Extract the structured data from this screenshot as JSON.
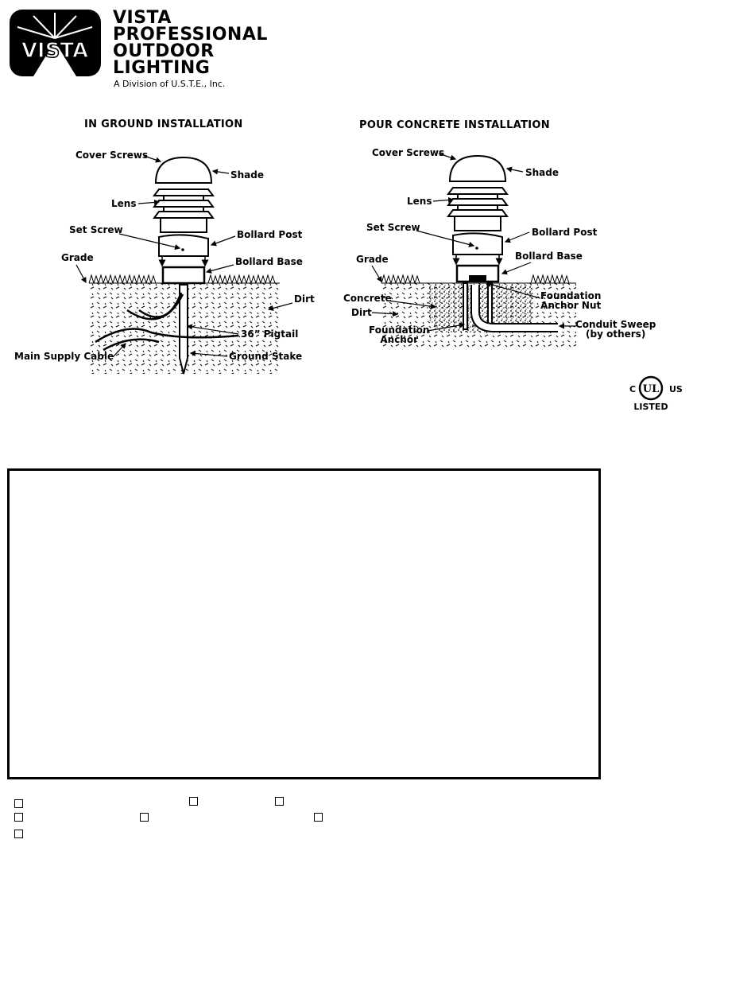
{
  "brand": {
    "logo_text": "VISTA",
    "lines": [
      "VISTA",
      "PROFESSIONAL",
      "OUTDOOR",
      "LIGHTING"
    ],
    "division": "A Division of U.S.T.E., Inc."
  },
  "in_ground": {
    "title": "IN GROUND INSTALLATION",
    "labels": {
      "cover_screws": "Cover Screws",
      "shade": "Shade",
      "lens": "Lens",
      "set_screw": "Set Screw",
      "bollard_post": "Bollard Post",
      "grade": "Grade",
      "bollard_base": "Bollard Base",
      "dirt": "Dirt",
      "pigtail": "36” Pigtail",
      "main_supply": "Main Supply Cable",
      "ground_stake": "Ground Stake"
    }
  },
  "pour_concrete": {
    "title": "POUR CONCRETE INSTALLATION",
    "labels": {
      "cover_screws": "Cover Screws",
      "shade": "Shade",
      "lens": "Lens",
      "set_screw": "Set Screw",
      "bollard_post": "Bollard Post",
      "bollard_base": "Bollard Base",
      "grade": "Grade",
      "concrete": "Concrete",
      "foundation_anchor_nut_1": "Foundation",
      "foundation_anchor_nut_2": "Anchor Nut",
      "dirt": "Dirt",
      "foundation_anchor_1": "Foundation",
      "foundation_anchor_2": "Anchor",
      "conduit_sweep_1": "Conduit Sweep",
      "conduit_sweep_2": "(by others)"
    }
  },
  "certification": {
    "left": "C",
    "center": "UL",
    "right": "US",
    "listed": "LISTED"
  },
  "checkboxes": [
    {
      "row": 1,
      "checked": false
    },
    {
      "row": 1,
      "checked": false
    },
    {
      "row": 1,
      "checked": false
    },
    {
      "row": 2,
      "checked": false
    },
    {
      "row": 2,
      "checked": false
    },
    {
      "row": 2,
      "checked": false
    },
    {
      "row": 3,
      "checked": false
    }
  ]
}
